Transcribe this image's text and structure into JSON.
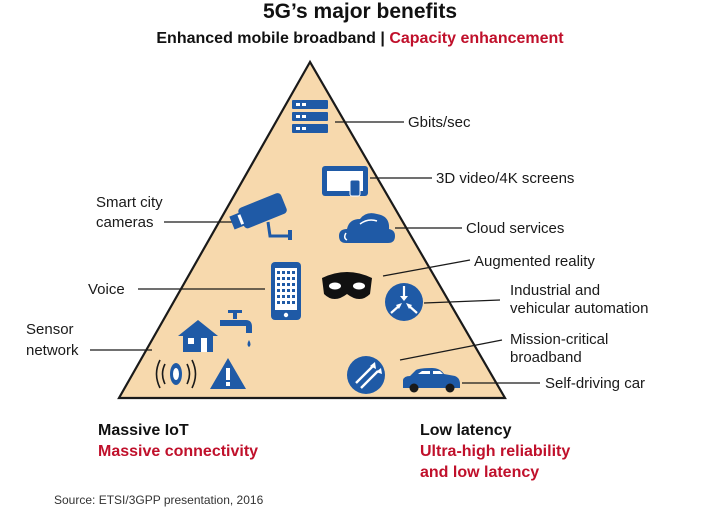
{
  "title": "5G’s major benefits",
  "subtitle": {
    "left": "Enhanced mobile broadband",
    "separator": " | ",
    "right": "Capacity enhancement"
  },
  "labels": {
    "gbits": "Gbits/sec",
    "video": "3D video/4K screens",
    "cloud": "Cloud services",
    "ar": "Augmented reality",
    "industrial_1": "Industrial and",
    "industrial_2": "vehicular automation",
    "mission_1": "Mission-critical",
    "mission_2": "broadband",
    "selfdriving": "Self-driving car",
    "smartcity_1": "Smart city",
    "smartcity_2": "cameras",
    "voice": "Voice",
    "sensor_1": "Sensor",
    "sensor_2": "network"
  },
  "corners": {
    "left_title": "Massive IoT",
    "left_sub": "Massive connectivity",
    "right_title": "Low latency",
    "right_sub_1": "Ultra-high reliability",
    "right_sub_2": "and low latency"
  },
  "source": "Source: ETSI/3GPP presentation, 2016",
  "colors": {
    "triangle_fill": "#f7d9ad",
    "triangle_stroke": "#1a1a1a",
    "icon_blue": "#1f5aa6",
    "accent_red": "#c0102b"
  },
  "icons": [
    "server-icon",
    "monitor-icon",
    "cloud-icon",
    "ar-mask-icon",
    "automation-icon",
    "mission-critical-icon",
    "car-icon",
    "camera-icon",
    "smartphone-icon",
    "house-icon",
    "faucet-icon",
    "sensor-icon",
    "warning-icon"
  ]
}
